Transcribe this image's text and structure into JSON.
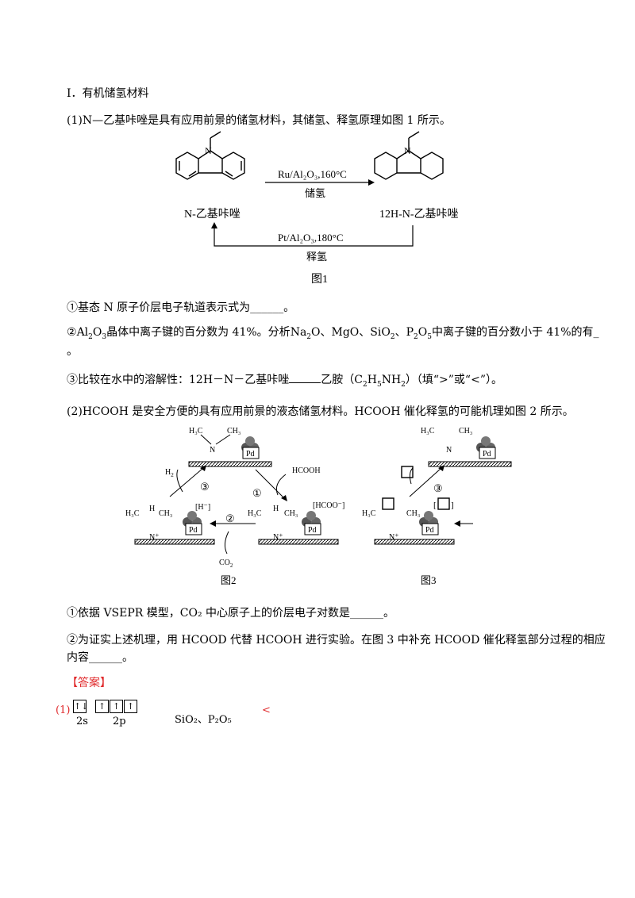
{
  "section_title": "Ⅰ．有机储氢材料",
  "q1_intro": "(1)N—乙基咔唑是具有应用前景的储氢材料，其储氢、释氢原理如图 1 所示。",
  "fig1": {
    "left_label": "N-乙基咔唑",
    "right_label": "12H-N-乙基咔唑",
    "top_condition": "Ru/Al₂O₃,160°C",
    "top_label": "储氢",
    "bottom_condition": "Pt/Al₂O₃,180°C",
    "bottom_label": "释氢",
    "caption": "图1"
  },
  "q1_1": "①基态 N 原子价层电子轨道表示式为______。",
  "q1_2a": "②",
  "q1_2b": "晶体中离子键的百分数为 41%。分析",
  "q1_2c": "、MgO、",
  "q1_2d": "、",
  "q1_2e": "中离子键的百分数小于 41%的有_",
  "q1_2f": "。",
  "q1_3a": "③比较在水中的溶解性：12H－N－乙基咔唑",
  "q1_3b": "乙胺（",
  "q1_3c": "）（填“>”或“<”）。",
  "q2_intro": "(2)HCOOH 是安全方便的具有应用前景的液态储氢材料。HCOOH 催化释氢的可能机理如图 2 所示。",
  "fig2": {
    "caption": "图2",
    "hcooh": "HCOOH",
    "h2": "H",
    "co2": "CO",
    "hminus": "[H⁻]",
    "hcoo": "[HCOO⁻]",
    "pd": "Pd",
    "step1": "①",
    "step2": "②",
    "step3": "③"
  },
  "fig3": {
    "caption": "图3",
    "step3": "③",
    "pd": "Pd"
  },
  "q2_1": "①依据 VSEPR 模型，CO₂ 中心原子上的价层电子对数是______。",
  "q2_2a": "②为证实上述机理，用 HCOOD 代替 HCOOH 进行实验。在图 3 中补充 HCOOD 催化释氢部分过程的相应",
  "q2_2b": "内容______。",
  "answer_title": "【答案】",
  "answer": {
    "num": "(1)",
    "orb_2s": "↑↓",
    "orb_2p": [
      "↑",
      "↑",
      "↑"
    ],
    "label_2s": "2s",
    "label_2p": "2p",
    "ans2": "SiO₂、P₂O₅",
    "ans3": "<"
  }
}
